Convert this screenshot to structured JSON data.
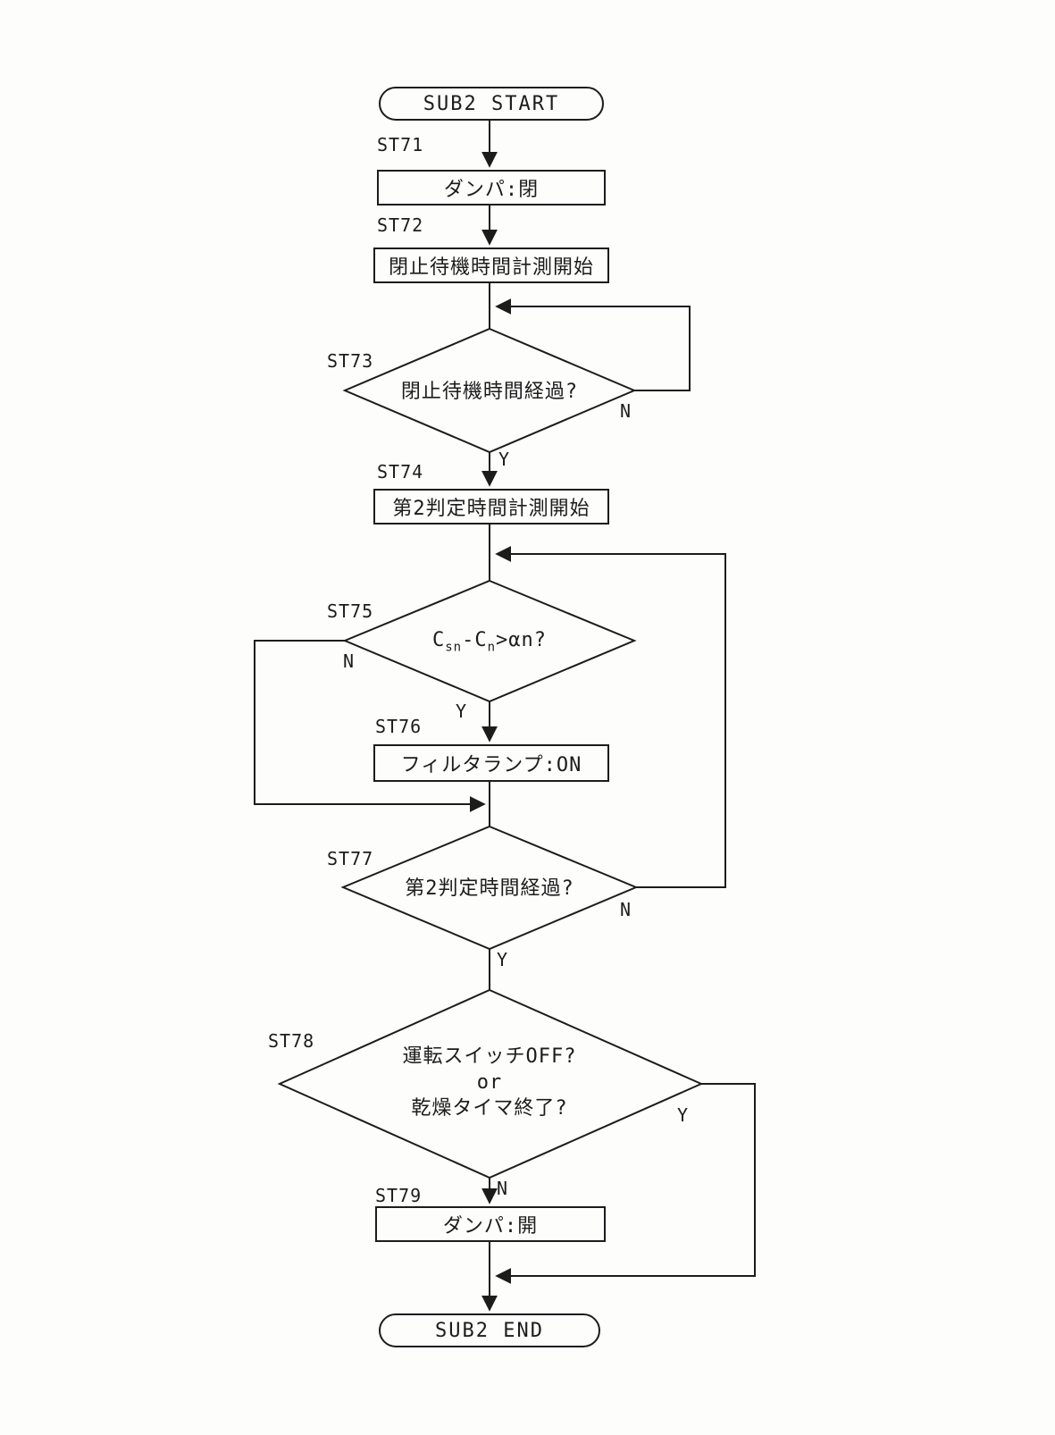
{
  "flowchart": {
    "start": {
      "label": "SUB2 START"
    },
    "end": {
      "label": "SUB2 END"
    },
    "steps": {
      "st71": {
        "id": "ST71",
        "type": "process",
        "label": "ダンパ:閉"
      },
      "st72": {
        "id": "ST72",
        "type": "process",
        "label": "閉止待機時間計測開始"
      },
      "st73": {
        "id": "ST73",
        "type": "decision",
        "label": "閉止待機時間経過?",
        "yes": "Y",
        "no": "N"
      },
      "st74": {
        "id": "ST74",
        "type": "process",
        "label": "第2判定時間計測開始"
      },
      "st75": {
        "id": "ST75",
        "type": "decision",
        "base1": "C",
        "sub1": "sn",
        "base2": "-C",
        "sub2": "n",
        "tail": ">αn?",
        "yes": "Y",
        "no": "N"
      },
      "st76": {
        "id": "ST76",
        "type": "process",
        "label": "フィルタランプ:ON"
      },
      "st77": {
        "id": "ST77",
        "type": "decision",
        "label": "第2判定時間経過?",
        "yes": "Y",
        "no": "N"
      },
      "st78": {
        "id": "ST78",
        "type": "decision",
        "line1": "運転スイッチOFF?",
        "line2": "or",
        "line3": "乾燥タイマ終了?",
        "yes": "Y",
        "no": "N"
      },
      "st79": {
        "id": "ST79",
        "type": "process",
        "label": "ダンパ:開"
      }
    },
    "line_color": "#1c1c1c"
  }
}
